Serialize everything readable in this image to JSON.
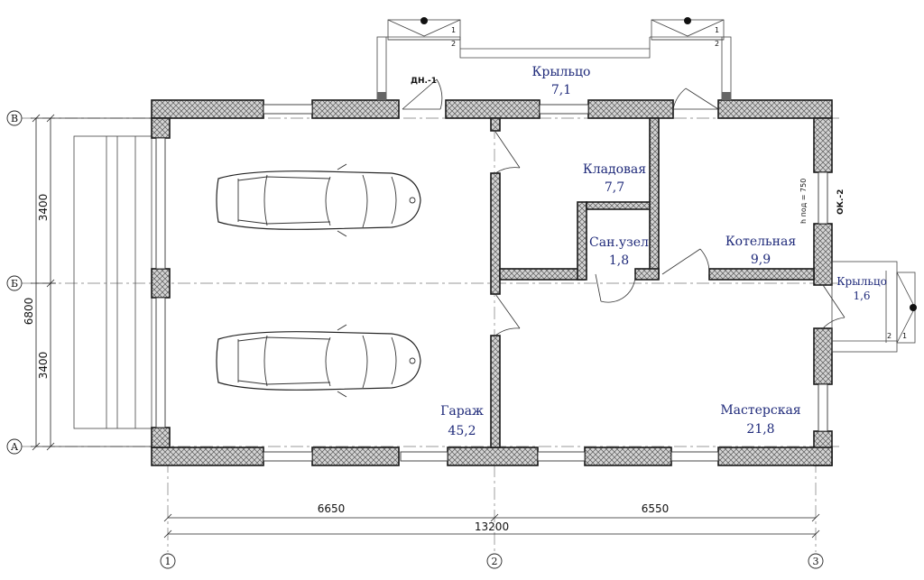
{
  "rooms": [
    {
      "name": "Крыльцо",
      "area": "7,1"
    },
    {
      "name": "Кладовая",
      "area": "7,7"
    },
    {
      "name": "Сан.узел",
      "area": "1,8"
    },
    {
      "name": "Котельная",
      "area": "9,9"
    },
    {
      "name": "Крыльцо",
      "area": "1,6"
    },
    {
      "name": "Гараж",
      "area": "45,2"
    },
    {
      "name": "Мастерская",
      "area": "21,8"
    }
  ],
  "axes": {
    "rows": [
      "В",
      "Б",
      "А"
    ],
    "cols": [
      "1",
      "2",
      "3"
    ]
  },
  "dimensions": {
    "horizontal": [
      "6650",
      "6550",
      "13200"
    ],
    "vertical": [
      "3400",
      "3400",
      "6800"
    ]
  },
  "tags": {
    "door": "ДН.-1",
    "window": "ОК.-2",
    "window_height": "h под = 750"
  },
  "stair_marks": [
    "1",
    "2"
  ]
}
